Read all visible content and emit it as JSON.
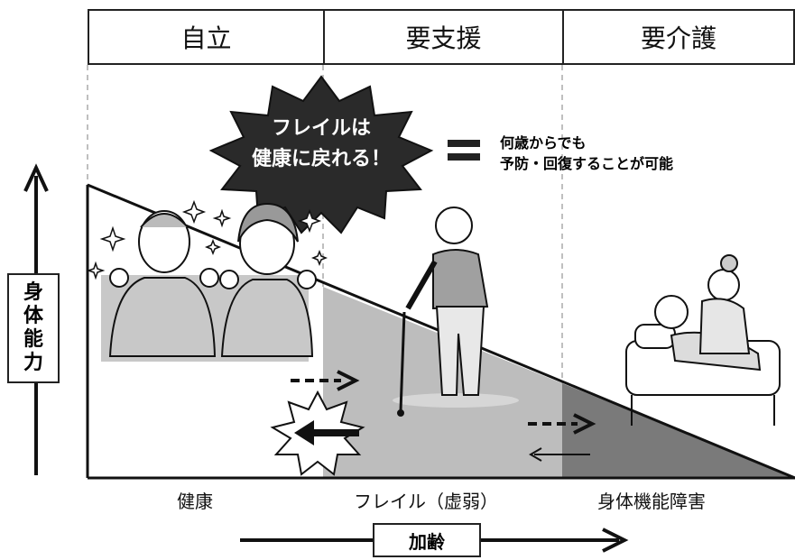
{
  "stages": {
    "independent": "自立",
    "support_required": "要支援",
    "care_required": "要介護"
  },
  "callout": {
    "line1": "フレイルは",
    "line2": "健康に戻れる！"
  },
  "equals_text": {
    "line1": "何歳からでも",
    "line2": "予防・回復することが可能"
  },
  "y_axis_label": [
    "身",
    "体",
    "能",
    "力"
  ],
  "x_axis_label": "加齢",
  "bottom_labels": {
    "healthy": "健康",
    "frailty": "フレイル（虚弱）",
    "disability": "身体機能障害"
  },
  "colors": {
    "frailty_zone": "#bdbdbd",
    "disability_zone": "#7a7a7a",
    "callout_fill": "#2a2a2a"
  }
}
